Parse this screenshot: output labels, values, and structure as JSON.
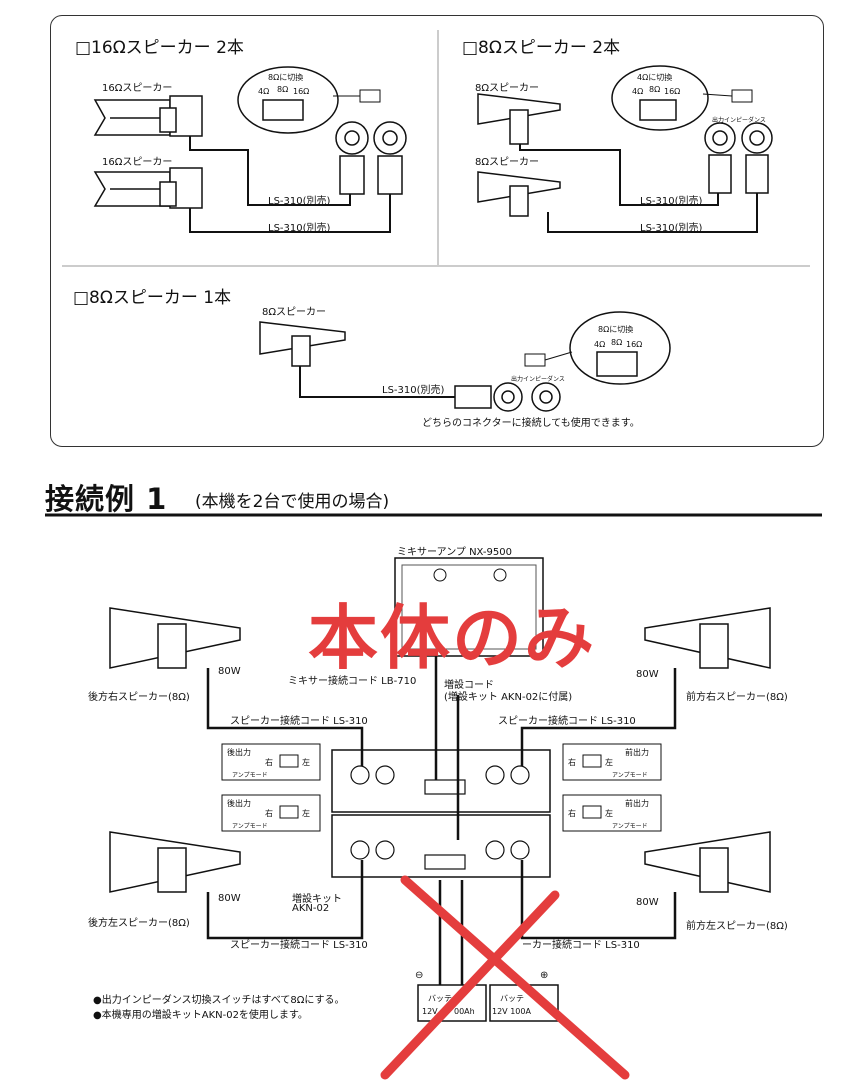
{
  "speaker_config": {
    "sec_16ohm_2": {
      "title": "□16Ωスピーカー 2本",
      "speaker_top": "16Ωスピーカー",
      "speaker_bottom": "16Ωスピーカー",
      "switch_note": "8Ωに切換",
      "switch_opts": [
        "4Ω",
        "8Ω",
        "16Ω"
      ],
      "cable_top": "LS-310(別売)",
      "cable_bottom": "LS-310(別売)"
    },
    "sec_8ohm_2": {
      "title": "□8Ωスピーカー 2本",
      "speaker_top": "8Ωスピーカー",
      "speaker_bottom": "8Ωスピーカー",
      "switch_note": "4Ωに切換",
      "switch_opts": [
        "4Ω",
        "8Ω",
        "16Ω"
      ],
      "impedance_label": "出力インピーダンス",
      "cable_top": "LS-310(別売)",
      "cable_bottom": "LS-310(別売)"
    },
    "sec_8ohm_1": {
      "title": "□8Ωスピーカー 1本",
      "speaker": "8Ωスピーカー",
      "switch_note": "8Ωに切換",
      "switch_opts": [
        "4Ω",
        "8Ω",
        "16Ω"
      ],
      "impedance_label": "出力インピーダンス",
      "cable": "LS-310(別売)",
      "footnote": "どちらのコネクターに接続しても使用できます。"
    }
  },
  "example": {
    "heading": "接続例 1",
    "subheading": "(本機を2台で使用の場合)",
    "amp_label": "ミキサーアンプ NX-9500",
    "overlay_text": "本体のみ",
    "mixer_cord": "ミキサー接続コード LB-710",
    "expansion_cord_1": "増設コード",
    "expansion_cord_2": "(増設キット AKN-02に付属)",
    "rear_right": "後方右スピーカー(8Ω)",
    "front_right": "前方右スピーカー(8Ω)",
    "rear_left": "後方左スピーカー(8Ω)",
    "front_left": "前方左スピーカー(8Ω)",
    "watt": "80W",
    "cable_ls310": "スピーカー接続コード LS-310",
    "cable_ls310_partial": "ーカー接続コード LS-310",
    "rear_out": "後出力",
    "front_out": "前出力",
    "right": "右",
    "left": "左",
    "amp_mode": "アンプモード",
    "kit_1": "増設キット",
    "kit_2": "AKN-02",
    "battery_a_1": "バッテ",
    "battery_a_2": "12V",
    "battery_a_3": "00Ah",
    "battery_b_1": "バッテ",
    "battery_b_2": "12V 100A",
    "minus": "⊖",
    "plus": "⊕",
    "note1": "●出力インピーダンス切換スイッチはすべて8Ωにする。",
    "note2": "●本機専用の増設キットAKN-02を使用します。"
  },
  "colors": {
    "overlay_red": "#e43d3d",
    "line": "#111111"
  }
}
